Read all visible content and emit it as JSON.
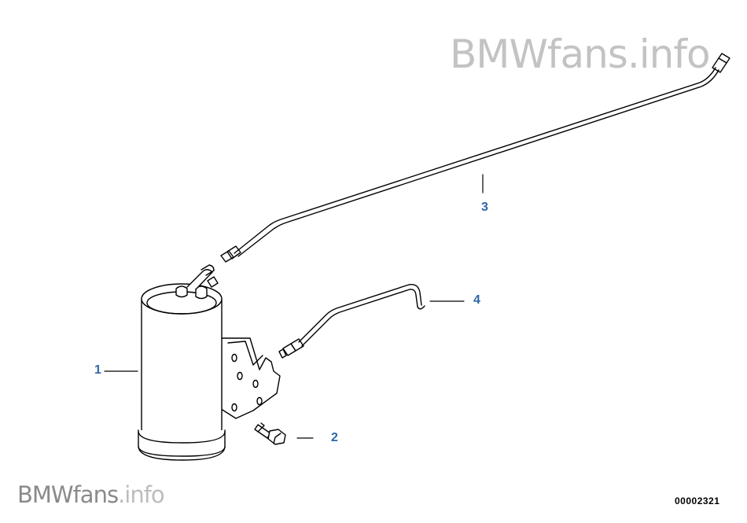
{
  "watermark_top": {
    "brand": "BMWfans",
    "ext": ".info"
  },
  "watermark_bottom": {
    "brand": "BMWfans",
    "ext": ".info"
  },
  "callouts": [
    {
      "number": "1",
      "part": "canister"
    },
    {
      "number": "2",
      "part": "bolt"
    },
    {
      "number": "3",
      "part": "long-pipe"
    },
    {
      "number": "4",
      "part": "short-pipe"
    }
  ],
  "reference_number": "00002321",
  "colors": {
    "callout": "#2f66a8",
    "watermark": "#c3c3c3",
    "line": "#000000"
  }
}
